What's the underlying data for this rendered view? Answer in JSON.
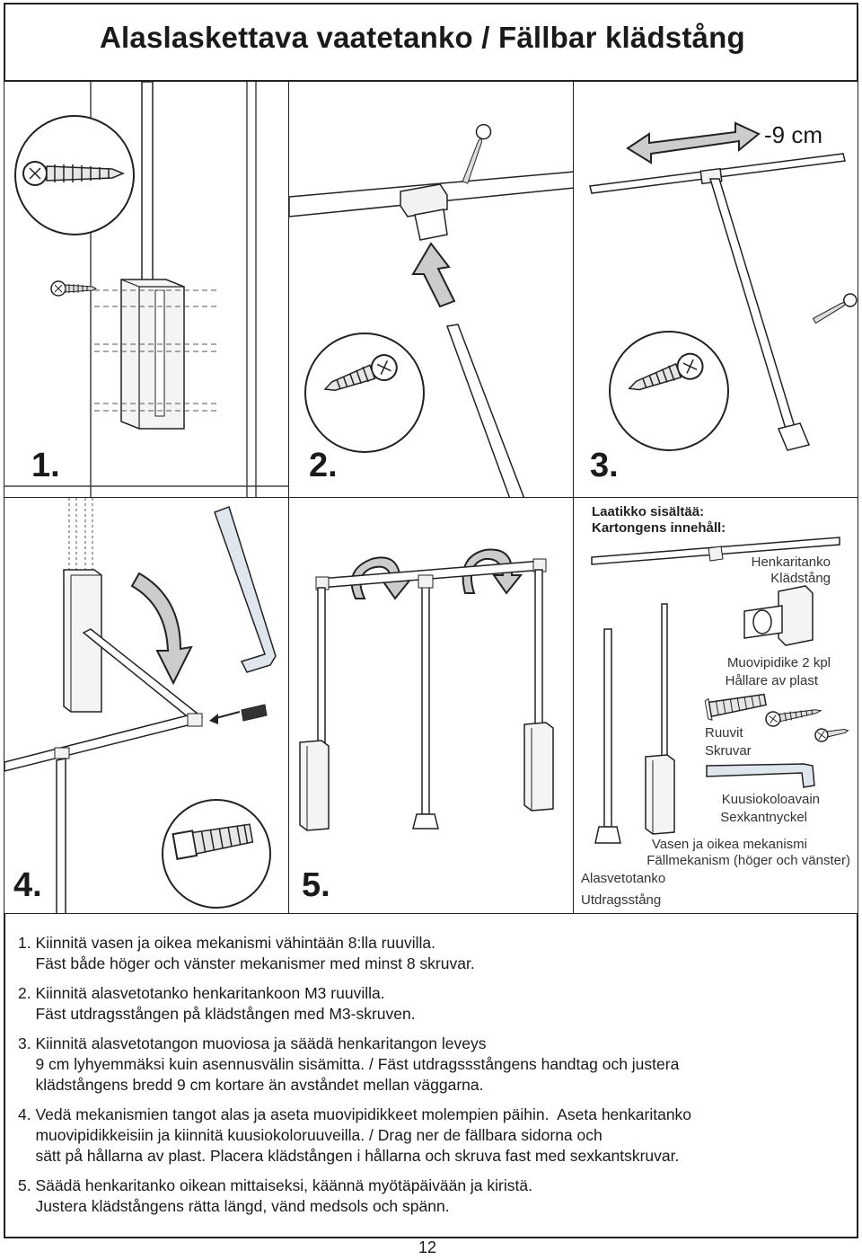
{
  "title": "Alaslaskettava vaatetanko / Fällbar klädstång",
  "steps": [
    "1.",
    "2.",
    "3.",
    "4.",
    "5."
  ],
  "measure": "-9 cm",
  "contents": {
    "heading_fi": "Laatikko sisältää:",
    "heading_sv": "Kartongens innehåll:",
    "items": [
      {
        "fi": "Henkaritanko",
        "sv": "Klädstång"
      },
      {
        "fi": "Muovipidike 2 kpl",
        "sv": "Hållare av plast"
      },
      {
        "fi": "Ruuvit",
        "sv": "Skruvar"
      },
      {
        "fi": "Kuusiokoloavain",
        "sv": "Sexkantnyckel"
      },
      {
        "fi": "Vasen ja oikea mekanismi",
        "sv": "Fällmekanism (höger och vänster)"
      },
      {
        "fi": "Alasvetotanko",
        "sv": "Utdragsstång"
      }
    ]
  },
  "instructions": [
    [
      "1. Kiinnitä vasen ja oikea mekanismi vähintään 8:lla ruuvilla.",
      "    Fäst både höger och vänster mekanismer med minst 8 skruvar."
    ],
    [
      "2. Kiinnitä alasvetotanko henkaritankoon M3 ruuvilla.",
      "    Fäst utdragsstången på klädstången med M3-skruven."
    ],
    [
      "3. Kiinnitä alasvetotangon muoviosa ja säädä henkaritangon leveys",
      "    9 cm lyhyemmäksi kuin asennusvälin sisämitta. / Fäst utdragssstångens handtag och justera",
      "    klädstångens bredd 9 cm kortare än avståndet mellan väggarna."
    ],
    [
      "4. Vedä mekanismien tangot alas ja aseta muovipidikkeet molempien päihin.  Aseta henkaritanko",
      "    muovipidikkeisiin ja kiinnitä kuusiokoloruuveilla. / Drag ner de fällbara sidorna och",
      "    sätt på hållarna av plast. Placera klädstången i hållarna och skruva fast med sexkantskruvar."
    ],
    [
      "5. Säädä henkaritanko oikean mittaiseksi, käännä myötäpäivään ja kiristä.",
      "    Justera klädstångens rätta längd, vänd medsols och spänn."
    ]
  ],
  "page_number": "12"
}
